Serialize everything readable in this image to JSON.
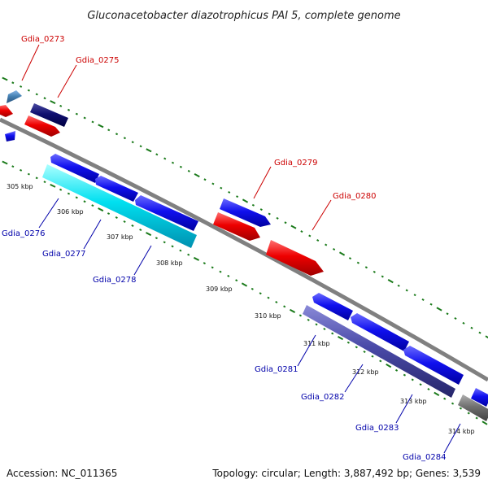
{
  "title": "Gluconacetobacter diazotrophicus PAI 5, complete genome",
  "footer": {
    "accession": "Accession: NC_011365",
    "summary": "Topology: circular; Length: 3,887,492 bp; Genes: 3,539"
  },
  "colors": {
    "backbone": "#808080",
    "tick": "#1a7a1a",
    "forward_label": "#cc0000",
    "reverse_label": "#0000aa"
  },
  "ticks": [
    "305 kbp",
    "306 kbp",
    "307 kbp",
    "308 kbp",
    "309 kbp",
    "310 kbp",
    "311 kbp",
    "312 kbp",
    "313 kbp",
    "314 kbp"
  ],
  "genes": {
    "forward": [
      "Gdia_0273",
      "Gdia_0275",
      "Gdia_0279",
      "Gdia_0280"
    ],
    "reverse": [
      "Gdia_0276",
      "Gdia_0277",
      "Gdia_0278",
      "Gdia_0281",
      "Gdia_0282",
      "Gdia_0283",
      "Gdia_0284"
    ]
  }
}
